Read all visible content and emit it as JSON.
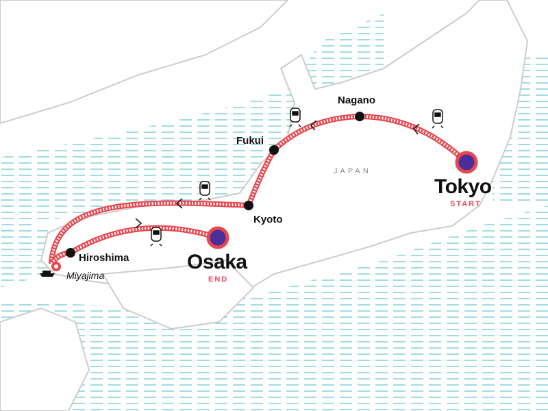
{
  "map": {
    "country_label": "JAPAN",
    "colors": {
      "route": "#e8474f",
      "city_dot": "#111111",
      "endpoint_fill": "#4a2e9a",
      "water": "#7fd0dc",
      "land_outline": "#cccccc",
      "start_end_text": "#e8474f"
    },
    "cities": [
      {
        "name": "Tokyo",
        "role": "START"
      },
      {
        "name": "Nagano"
      },
      {
        "name": "Fukui"
      },
      {
        "name": "Kyoto"
      },
      {
        "name": "Hiroshima"
      },
      {
        "name": "Miyajima"
      },
      {
        "name": "Osaka",
        "role": "END"
      }
    ],
    "transport_icons": [
      "train-icon",
      "train-icon",
      "train-icon",
      "train-icon",
      "ferry-icon"
    ]
  }
}
